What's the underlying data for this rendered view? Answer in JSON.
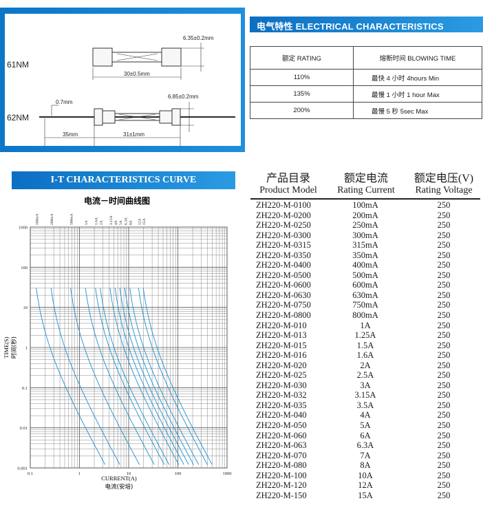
{
  "dimensions": {
    "model_61": "61NM",
    "model_62": "62NM",
    "label_dia_61": "6.35±0.2mm",
    "label_len_61": "30±0.5mm",
    "label_wire": "0.7mm",
    "label_dia_62": "6.85±0.2mm",
    "label_lead": "35mm",
    "label_body_62": "31±1mm"
  },
  "electrical": {
    "title": "电气特性 ELECTRICAL CHARACTERISTICS",
    "col_rating": "额定 RATING",
    "col_blowing": "熔断时间 BLOWING TIME",
    "rows": [
      {
        "rating": "110%",
        "time": "最快 4 小时  4hours Min"
      },
      {
        "rating": "135%",
        "time": "最慢 1 小时  1 hour Max"
      },
      {
        "rating": "200%",
        "time": "最慢 5 秒  5sec Max"
      }
    ]
  },
  "it_curve": {
    "header": "I-T CHARACTERISTICS CURVE",
    "chart_data": {
      "type": "line",
      "title": "电流－时间曲线图",
      "xlabel": "CURRENT(A)",
      "xlabel_zh": "电流(安培)",
      "ylabel": "TIME(S)",
      "ylabel_zh": "时间(秒)",
      "x_scale": "log",
      "y_scale": "log",
      "xlim": [
        0.1,
        1000
      ],
      "ylim": [
        0.001,
        1000
      ],
      "x_ticks": [
        "0.1",
        "1",
        "10",
        "100",
        "1000"
      ],
      "y_ticks": [
        "0.001",
        "0.01",
        "0.1",
        "1",
        "10",
        "100",
        "1000"
      ],
      "grid": true,
      "line_color": "#1a8fd0",
      "series": [
        {
          "name": "100mA",
          "rated": 0.1
        },
        {
          "name": "200mA",
          "rated": 0.2
        },
        {
          "name": "500mA",
          "rated": 0.5
        },
        {
          "name": "1A",
          "rated": 1
        },
        {
          "name": "1.6A",
          "rated": 1.6
        },
        {
          "name": "2A",
          "rated": 2
        },
        {
          "name": "3.15A",
          "rated": 3.15
        },
        {
          "name": "4A",
          "rated": 4
        },
        {
          "name": "5A",
          "rated": 5
        },
        {
          "name": "6.3A",
          "rated": 6.3
        },
        {
          "name": "8A",
          "rated": 8
        },
        {
          "name": "12A",
          "rated": 12
        },
        {
          "name": "15A",
          "rated": 15
        }
      ]
    }
  },
  "products": {
    "header_model_zh": "产品目录",
    "header_model_en": "Product Model",
    "header_current_zh": "额定电流",
    "header_current_en": "Rating Current",
    "header_voltage_zh": "额定电压(V)",
    "header_voltage_en": "Rating Voltage",
    "rows": [
      {
        "model": "ZH220-M-0100",
        "current": "100mA",
        "voltage": "250"
      },
      {
        "model": "ZH220-M-0200",
        "current": "200mA",
        "voltage": "250"
      },
      {
        "model": "ZH220-M-0250",
        "current": "250mA",
        "voltage": "250"
      },
      {
        "model": "ZH220-M-0300",
        "current": "300mA",
        "voltage": "250"
      },
      {
        "model": "ZH220-M-0315",
        "current": "315mA",
        "voltage": "250"
      },
      {
        "model": "ZH220-M-0350",
        "current": "350mA",
        "voltage": "250"
      },
      {
        "model": "ZH220-M-0400",
        "current": "400mA",
        "voltage": "250"
      },
      {
        "model": "ZH220-M-0500",
        "current": "500mA",
        "voltage": "250"
      },
      {
        "model": "ZH220-M-0600",
        "current": "600mA",
        "voltage": "250"
      },
      {
        "model": "ZH220-M-0630",
        "current": "630mA",
        "voltage": "250"
      },
      {
        "model": "ZH220-M-0750",
        "current": "750mA",
        "voltage": "250"
      },
      {
        "model": "ZH220-M-0800",
        "current": "800mA",
        "voltage": "250"
      },
      {
        "model": "ZH220-M-010",
        "current": "1A",
        "voltage": "250"
      },
      {
        "model": "ZH220-M-013",
        "current": "1.25A",
        "voltage": "250"
      },
      {
        "model": "ZH220-M-015",
        "current": "1.5A",
        "voltage": "250"
      },
      {
        "model": "ZH220-M-016",
        "current": "1.6A",
        "voltage": "250"
      },
      {
        "model": "ZH220-M-020",
        "current": "2A",
        "voltage": "250"
      },
      {
        "model": "ZH220-M-025",
        "current": "2.5A",
        "voltage": "250"
      },
      {
        "model": "ZH220-M-030",
        "current": "3A",
        "voltage": "250"
      },
      {
        "model": "ZH220-M-032",
        "current": "3.15A",
        "voltage": "250"
      },
      {
        "model": "ZH220-M-035",
        "current": "3.5A",
        "voltage": "250"
      },
      {
        "model": "ZH220-M-040",
        "current": "4A",
        "voltage": "250"
      },
      {
        "model": "ZH220-M-050",
        "current": "5A",
        "voltage": "250"
      },
      {
        "model": "ZH220-M-060",
        "current": "6A",
        "voltage": "250"
      },
      {
        "model": "ZH220-M-063",
        "current": "6.3A",
        "voltage": "250"
      },
      {
        "model": "ZH220-M-070",
        "current": "7A",
        "voltage": "250"
      },
      {
        "model": "ZH220-M-080",
        "current": "8A",
        "voltage": "250"
      },
      {
        "model": "ZH220-M-100",
        "current": "10A",
        "voltage": "250"
      },
      {
        "model": "ZH220-M-120",
        "current": "12A",
        "voltage": "250"
      },
      {
        "model": "ZH220-M-150",
        "current": "15A",
        "voltage": "250"
      }
    ]
  }
}
